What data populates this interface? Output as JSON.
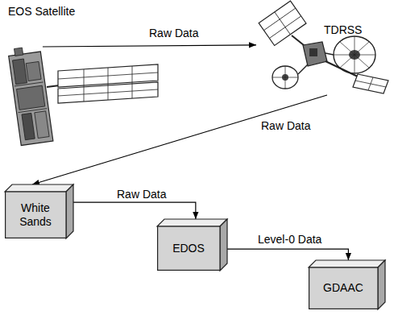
{
  "diagram": {
    "nodes": [
      {
        "text": [
          "EOS Satellite"
        ]
      },
      {
        "text": [
          "TDRSS"
        ]
      },
      {
        "text": [
          "White Sands"
        ]
      },
      {
        "text": [
          "EDOS"
        ]
      },
      {
        "text": [
          "GDAAC"
        ]
      }
    ],
    "edges": [
      {
        "from": 0,
        "to": 1,
        "label": "Raw Data",
        "arrow": "to"
      },
      {
        "from": 1,
        "to": 2,
        "label": "Raw Data",
        "arrow": "to"
      },
      {
        "from": 2,
        "to": 3,
        "label": "Raw Data",
        "arrow": "to"
      },
      {
        "from": 3,
        "to": 4,
        "label": "Level-0 Data",
        "arrow": "to"
      }
    ]
  }
}
